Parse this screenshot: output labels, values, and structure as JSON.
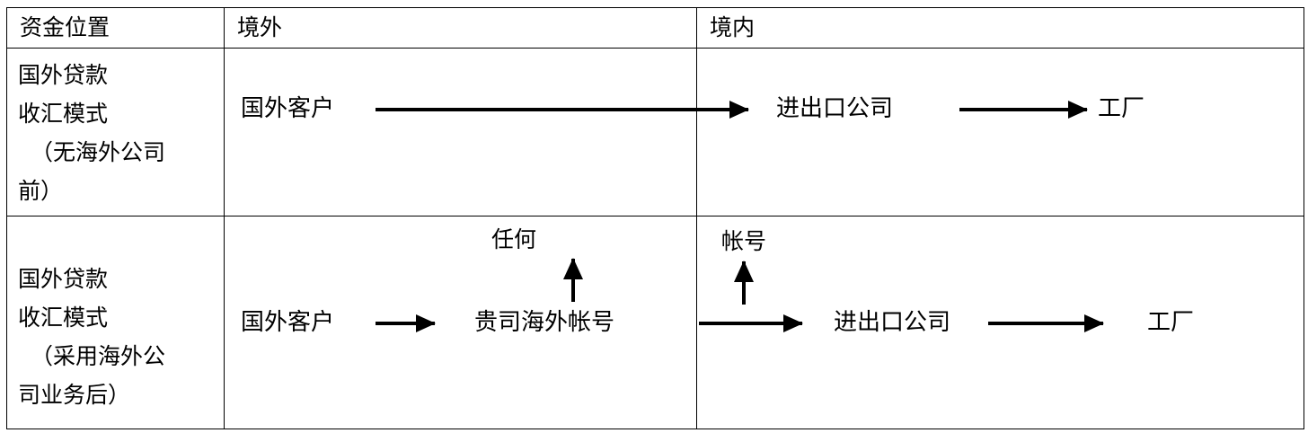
{
  "diagram": {
    "title_row": {
      "col1": "资金位置",
      "col2": "境外",
      "col3": "境内"
    },
    "rows": [
      {
        "label_lines": [
          "国外贷款",
          "收汇模式",
          "（无海外公司",
          "前）"
        ],
        "label_full": "国外贷款收汇模式（无海外公司前）",
        "offshore_nodes": [
          "国外客户"
        ],
        "onshore_nodes": [
          "进出口公司",
          "工厂"
        ],
        "flow": "国外客户 → 进出口公司 → 工厂",
        "arrow_labels": []
      },
      {
        "label_lines": [
          "国外贷款",
          "收汇模式",
          "（采用海外公",
          "司业务后）"
        ],
        "label_full": "国外贷款收汇模式（采用海外公司业务后）",
        "offshore_nodes": [
          "国外客户",
          "贵司海外帐号"
        ],
        "onshore_nodes": [
          "进出口公司",
          "工厂"
        ],
        "flow": "国外客户 → 贵司海外帐号 → 进出口公司 → 工厂",
        "arrow_labels": [
          "任何",
          "帐号"
        ]
      }
    ]
  },
  "nodes": {
    "r1_customer": "国外客户",
    "r1_import_export": "进出口公司",
    "r1_factory": "工厂",
    "r2_customer": "国外客户",
    "r2_offshore_account": "贵司海外帐号",
    "r2_import_export": "进出口公司",
    "r2_factory": "工厂"
  },
  "labels": {
    "any": "任何",
    "account": "帐号"
  },
  "colors": {
    "line": "#000000",
    "text": "#000000",
    "background": "#ffffff"
  }
}
